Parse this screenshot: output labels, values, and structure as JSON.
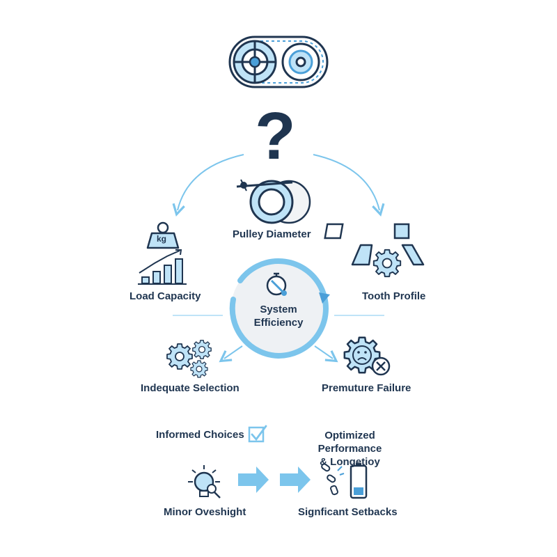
{
  "diagram": {
    "pulley_diameter": "Pulley Diameter",
    "load_capacity": "Load Capacity",
    "tooth_profile": "Tooth Profile",
    "system_efficiency_line1": "System",
    "system_efficiency_line2": "Efficiency",
    "inadequate_selection": "Indequate Selection",
    "premature_failure": "Premuture Failure",
    "informed_choices": "Informed Choices",
    "optimized_line1": "Optimized Performance",
    "optimized_line2": "& Longetioy",
    "minor_oversight": "Minor Oveshight",
    "significant_setbacks": "Signficant Setbacks",
    "kg_label": "kg",
    "question_mark": "?"
  },
  "colors": {
    "navy": "#1f3550",
    "blue": "#4a9fd8",
    "light_blue": "#bfe3f7",
    "arrow_blue": "#7cc5ec",
    "circle_bg": "#f2f4f6"
  }
}
